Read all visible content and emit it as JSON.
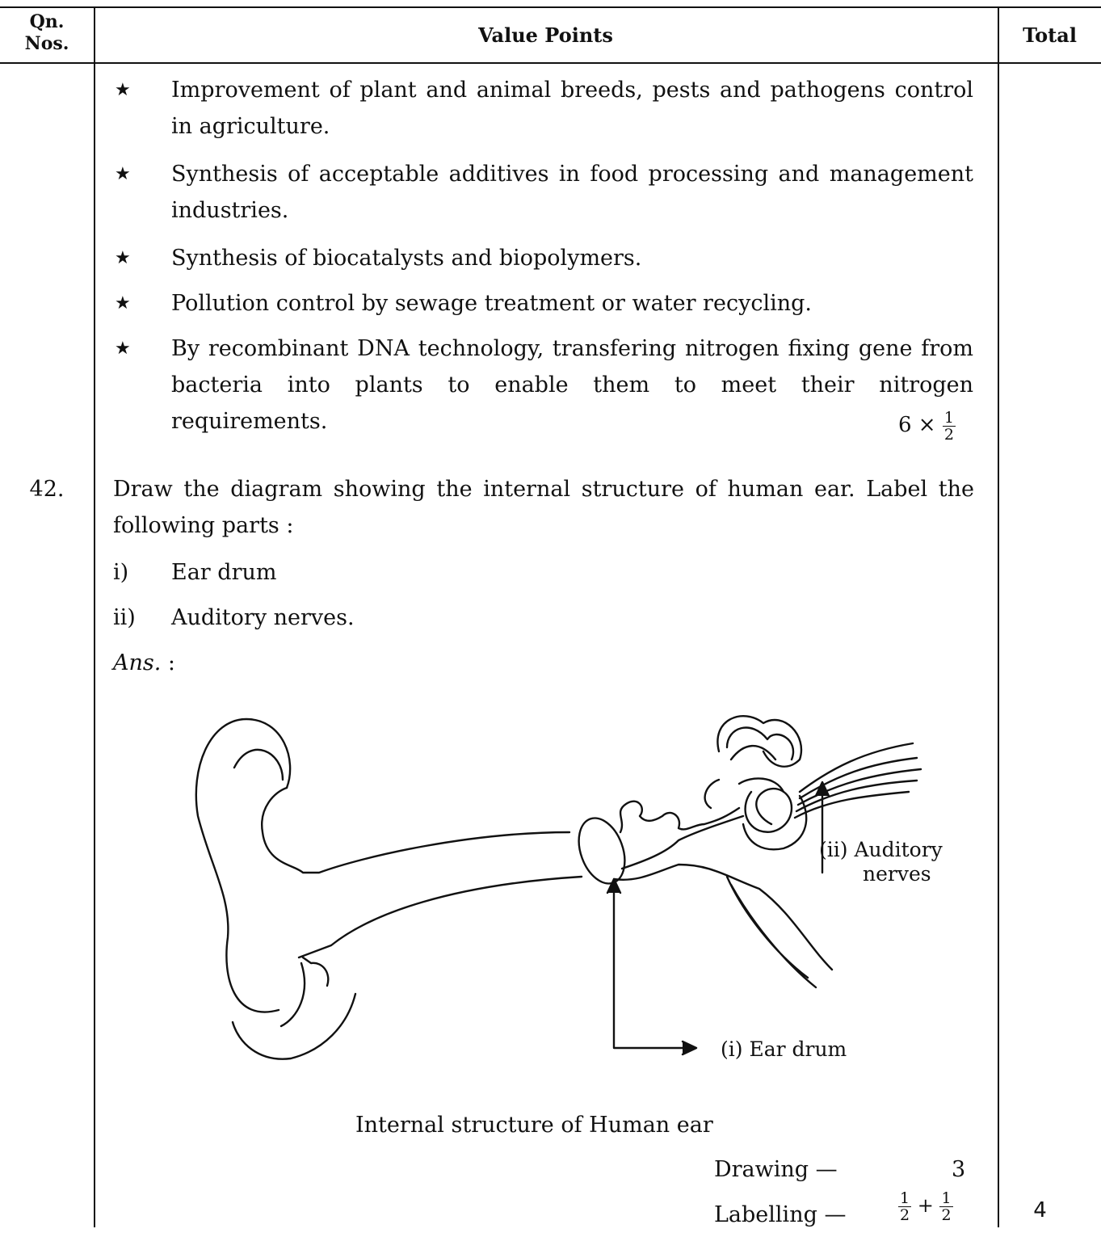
{
  "header": {
    "qn_nos": "Qn. Nos.",
    "qn_line1": "Qn.",
    "qn_line2": "Nos.",
    "value_points": "Value Points",
    "total": "Total"
  },
  "bullets": [
    "Improvement of plant and animal breeds, pests and pathogens control in agriculture.",
    "Synthesis of acceptable additives in food processing and management industries.",
    "Synthesis of biocatalysts and biopolymers.",
    "Pollution control by sewage treatment or water recycling.",
    "By recombinant DNA technology, transfering nitrogen fixing gene from bacteria into plants to enable them to meet their nitrogen requirements."
  ],
  "bullet_symbol": "★",
  "bullet_marks": {
    "prefix": "6 ×",
    "num": "1",
    "den": "2"
  },
  "question": {
    "number": "42.",
    "text": "Draw the diagram showing the internal structure of human ear. Label the following parts :",
    "parts": [
      {
        "num": "i)",
        "text": "Ear drum"
      },
      {
        "num": "ii)",
        "text": "Auditory nerves."
      }
    ],
    "ans_label": "Ans.",
    "ans_colon": ":"
  },
  "diagram": {
    "label_ear_drum": "(i)  Ear drum",
    "label_auditory_line1": "(ii)  Auditory",
    "label_auditory_line2": "nerves",
    "caption": "Internal structure of Human ear"
  },
  "scoring": {
    "drawing_label": "Drawing —",
    "drawing_value": "3",
    "labelling_label": "Labelling —",
    "labelling_frac_num": "1",
    "labelling_frac_den": "2",
    "labelling_plus": "+"
  },
  "total_value": "4"
}
